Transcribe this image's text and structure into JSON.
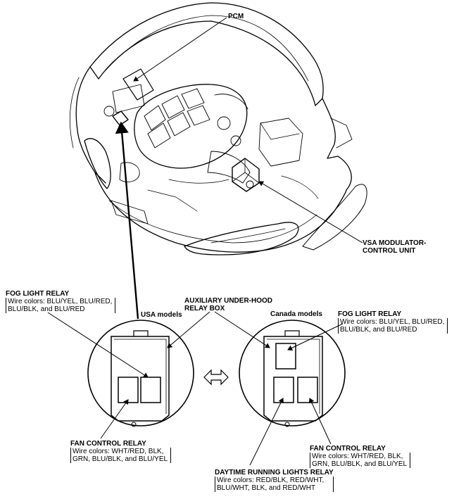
{
  "labels": {
    "pcm": "PCM",
    "vsa_line1": "VSA MODULATOR-",
    "vsa_line2": "CONTROL UNIT",
    "usa_models": "USA models",
    "canada_models": "Canada models",
    "aux_line1": "AUXILIARY UNDER-HOOD",
    "aux_line2": "RELAY BOX",
    "fog_usa": {
      "title": "FOG LIGHT RELAY",
      "line1": "Wire colors: BLU/YEL, BLU/RED,",
      "line2": "BLU/BLK, and BLU/RED"
    },
    "fog_canada": {
      "title": "FOG LIGHT RELAY",
      "line1": "Wire colors: BLU/YEL, BLU/RED,",
      "line2": "BLU/BLK, and BLU/RED"
    },
    "fan_usa": {
      "title": "FAN CONTROL RELAY",
      "line1": "Wire colors: WHT/RED, BLK,",
      "line2": "GRN, BLU/BLK, and BLU/YEL"
    },
    "fan_canada": {
      "title": "FAN CONTROL RELAY",
      "line1": "Wire colors: WHT/RED, BLK,",
      "line2": "GRN, BLU/BLK, and BLU/YEL"
    },
    "drl": {
      "title": "DAYTIME RUNNING LIGHTS RELAY",
      "line1": "Wire colors: RED/BLK, RED/WHT,",
      "line2": "BLU/WHT, BLK, and RED/WHT"
    }
  },
  "icons": {
    "swap": "double-headed-arrow-icon"
  }
}
